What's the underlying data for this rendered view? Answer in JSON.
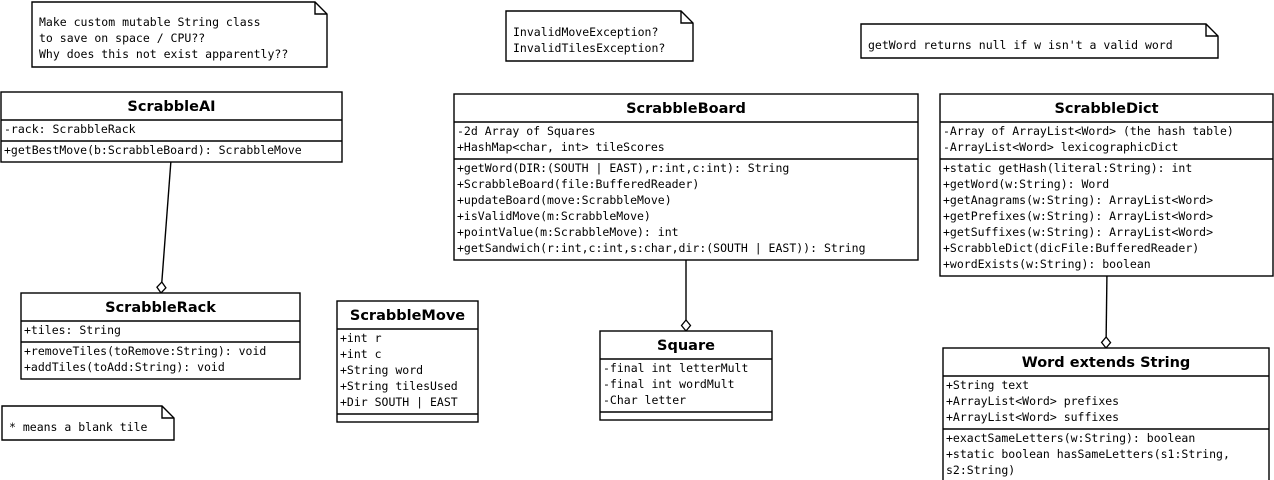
{
  "notes": [
    {
      "id": "note-mutable-string",
      "lines": [
        "Make custom mutable String class",
        "to save on space / CPU??",
        "Why does this not exist apparently??"
      ]
    },
    {
      "id": "note-exceptions",
      "lines": [
        "InvalidMoveException?",
        "InvalidTilesException?"
      ]
    },
    {
      "id": "note-getword",
      "lines": [
        "getWord returns null if w isn't a valid word"
      ]
    },
    {
      "id": "note-blank-tile",
      "lines": [
        "* means a blank tile"
      ]
    }
  ],
  "classes": [
    {
      "id": "ScrabbleAI",
      "title": "ScrabbleAI",
      "attributes": [
        "-rack: ScrabbleRack"
      ],
      "methods": [
        "+getBestMove(b:ScrabbleBoard): ScrabbleMove"
      ]
    },
    {
      "id": "ScrabbleBoard",
      "title": "ScrabbleBoard",
      "attributes": [
        "-2d Array of Squares",
        "+HashMap<char, int> tileScores"
      ],
      "methods": [
        "+getWord(DIR:(SOUTH | EAST),r:int,c:int): String",
        "+ScrabbleBoard(file:BufferedReader)",
        "+updateBoard(move:ScrabbleMove)",
        "+isValidMove(m:ScrabbleMove)",
        "+pointValue(m:ScrabbleMove): int",
        "+getSandwich(r:int,c:int,s:char,dir:(SOUTH | EAST)): String"
      ]
    },
    {
      "id": "ScrabbleDict",
      "title": "ScrabbleDict",
      "attributes": [
        "-Array of ArrayList<Word> (the hash table)",
        "-ArrayList<Word> lexicographicDict"
      ],
      "methods": [
        "+static getHash(literal:String): int",
        "+getWord(w:String): Word",
        "+getAnagrams(w:String): ArrayList<Word>",
        "+getPrefixes(w:String): ArrayList<Word>",
        "+getSuffixes(w:String): ArrayList<Word>",
        "+ScrabbleDict(dicFile:BufferedReader)",
        "+wordExists(w:String): boolean"
      ]
    },
    {
      "id": "ScrabbleRack",
      "title": "ScrabbleRack",
      "attributes": [
        "+tiles: String"
      ],
      "methods": [
        "+removeTiles(toRemove:String): void",
        "+addTiles(toAdd:String): void"
      ]
    },
    {
      "id": "ScrabbleMove",
      "title": "ScrabbleMove",
      "attributes": [
        "+int r",
        "+int c",
        "+String word",
        "+String tilesUsed",
        "+Dir SOUTH | EAST"
      ],
      "methods": []
    },
    {
      "id": "Square",
      "title": "Square",
      "attributes": [
        "-final int letterMult",
        "-final int wordMult",
        "-Char letter"
      ],
      "methods": []
    },
    {
      "id": "Word",
      "title": "Word extends String",
      "attributes": [
        "+String text",
        "+ArrayList<Word> prefixes",
        "+ArrayList<Word> suffixes"
      ],
      "methods": [
        "+exactSameLetters(w:String): boolean",
        "+static boolean hasSameLetters(s1:String,",
        "                             s2:String)"
      ]
    }
  ],
  "associations": [
    {
      "from": "ScrabbleAI",
      "to": "ScrabbleRack",
      "type": "aggregation"
    },
    {
      "from": "ScrabbleBoard",
      "to": "Square",
      "type": "aggregation"
    },
    {
      "from": "ScrabbleDict",
      "to": "Word",
      "type": "aggregation"
    }
  ]
}
